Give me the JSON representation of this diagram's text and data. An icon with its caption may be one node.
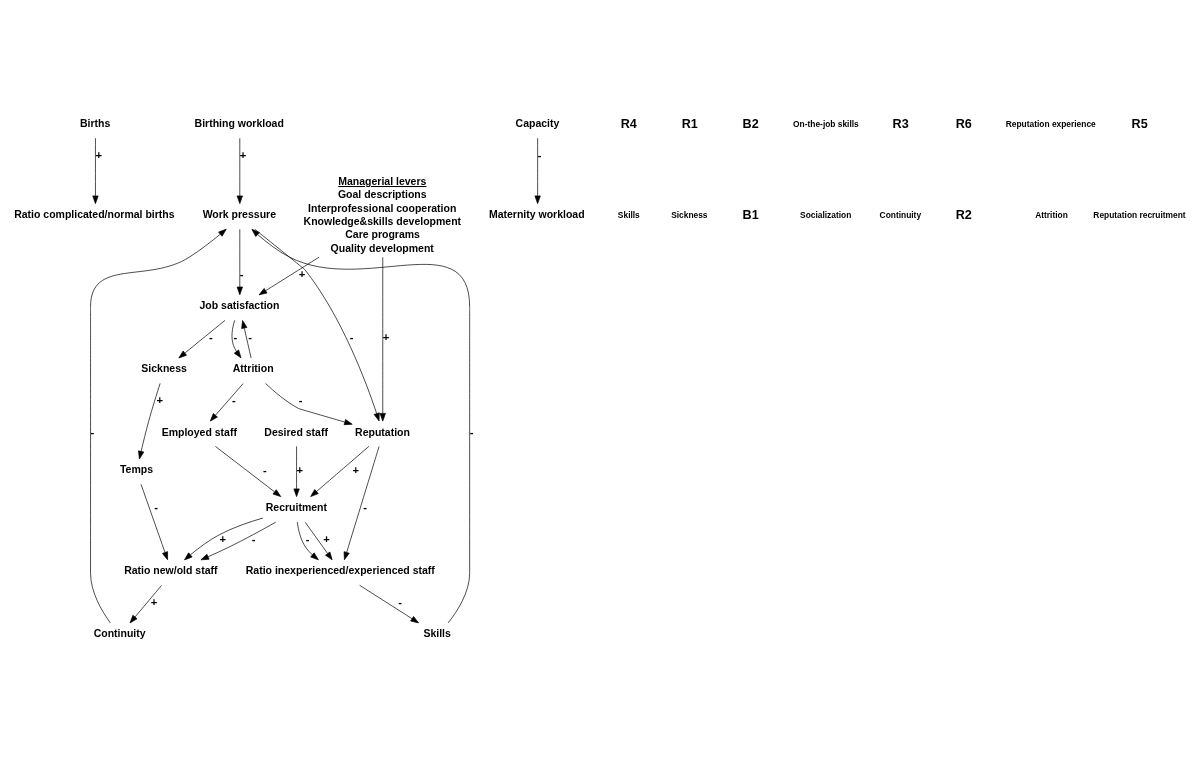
{
  "diagram": {
    "nodes": [
      {
        "text": [
          "Births"
        ]
      },
      {
        "text": [
          "Ratio complicated/normal births"
        ]
      },
      {
        "text": [
          "Birthing workload"
        ]
      },
      {
        "text": [
          "Maternity workload"
        ]
      },
      {
        "text": [
          "Capacity"
        ]
      },
      {
        "text": [
          "Work pressure"
        ]
      },
      {
        "text": [
          "Skills"
        ]
      },
      {
        "text": [
          "Ratio inexperienced/experienced staff"
        ]
      },
      {
        "text": [
          "Continuity"
        ]
      },
      {
        "text": [
          "Ratio new/old staff"
        ]
      },
      {
        "text": [
          "Temps"
        ]
      },
      {
        "text": [
          "Sickness"
        ]
      },
      {
        "text": [
          "Recruitment"
        ]
      },
      {
        "text": [
          "Desired staff"
        ]
      },
      {
        "text": [
          "Employed staff"
        ]
      },
      {
        "text": [
          "Job satisfaction"
        ]
      },
      {
        "text": [
          "Attrition"
        ]
      },
      {
        "text": [
          "Reputation"
        ]
      },
      {
        "text": [
          "Managerial levers",
          "Goal descriptions",
          "Interprofessional cooperation",
          "Knowledge&skills development",
          "Care programs",
          "Quality development"
        ]
      }
    ],
    "edges": [
      {
        "from": 0,
        "to": 1,
        "arrow": "to",
        "label": "+"
      },
      {
        "from": 4,
        "to": 3,
        "arrow": "to",
        "label": "-"
      },
      {
        "from": 2,
        "to": 5,
        "arrow": "to",
        "label": "+"
      },
      {
        "from": 6,
        "to": 5,
        "arrow": "to",
        "label": "-"
      },
      {
        "from": 8,
        "to": 5,
        "arrow": "to",
        "label": "-"
      },
      {
        "from": 7,
        "to": 6,
        "arrow": "to",
        "label": "-"
      },
      {
        "from": 9,
        "to": 8,
        "arrow": "to",
        "label": "+"
      },
      {
        "from": 10,
        "to": 9,
        "arrow": "to",
        "label": "-"
      },
      {
        "from": 12,
        "to": 9,
        "arrow": "to",
        "label": "+"
      },
      {
        "from": 12,
        "to": 9,
        "arrow": "to",
        "label": "-"
      },
      {
        "from": 12,
        "to": 7,
        "arrow": "to",
        "label": "+"
      },
      {
        "from": 12,
        "to": 7,
        "arrow": "to",
        "label": "-"
      },
      {
        "from": 17,
        "to": 7,
        "arrow": "to",
        "label": "-"
      },
      {
        "from": 11,
        "to": 10,
        "arrow": "to",
        "label": "+"
      },
      {
        "from": 15,
        "to": 11,
        "arrow": "to",
        "label": "-"
      },
      {
        "from": 5,
        "to": 15,
        "arrow": "to",
        "label": "-"
      },
      {
        "from": 5,
        "to": 17,
        "arrow": "to",
        "label": "-"
      },
      {
        "from": 15,
        "to": 16,
        "arrow": "to",
        "label": "-"
      },
      {
        "from": 16,
        "to": 15,
        "arrow": "to",
        "label": "-"
      },
      {
        "from": 16,
        "to": 14,
        "arrow": "to",
        "label": "-"
      },
      {
        "from": 16,
        "to": 17,
        "arrow": "to",
        "label": "-"
      },
      {
        "from": 13,
        "to": 12,
        "arrow": "to",
        "label": "+"
      },
      {
        "from": 14,
        "to": 12,
        "arrow": "to",
        "label": "-"
      },
      {
        "from": 17,
        "to": 12,
        "arrow": "to",
        "label": "+"
      },
      {
        "from": 18,
        "to": 15,
        "arrow": "to",
        "label": "+"
      },
      {
        "from": 18,
        "to": 17,
        "arrow": "to",
        "label": "+"
      }
    ],
    "labels": [
      "R4",
      "Skills",
      "R1",
      "Sickness",
      "B2",
      "B1",
      "On-the-job skills",
      "Socialization",
      "R3",
      "Continuity",
      "R6",
      "R2",
      "Reputation experience",
      "Attrition",
      "R5",
      "Reputation recruitment"
    ]
  }
}
